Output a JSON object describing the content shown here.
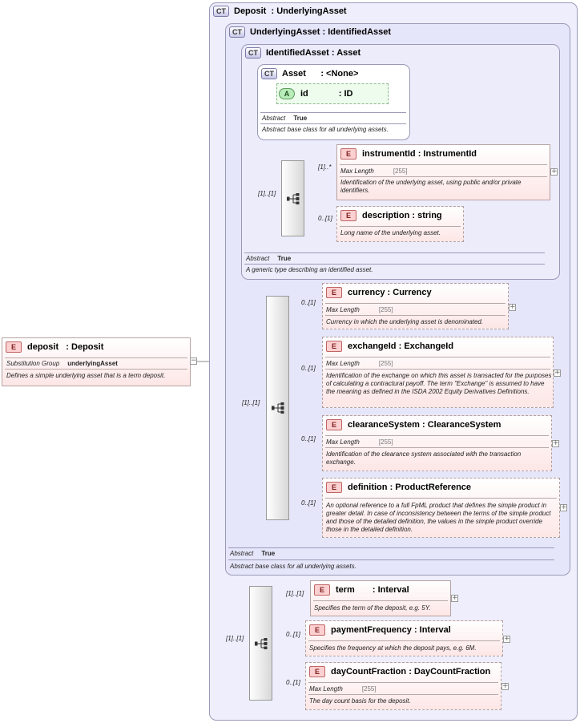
{
  "root": {
    "tag": "E",
    "name": "deposit",
    "type": ": Deposit",
    "sub_group_label": "Substitution Group",
    "sub_group_value": "underlyingAsset",
    "description": "Defines a simple underlying asset that is a term deposit."
  },
  "ct_deposit": {
    "tag": "CT",
    "name": "Deposit",
    "type": ": UnderlyingAsset"
  },
  "ct_underlying": {
    "tag": "CT",
    "name": "UnderlyingAsset",
    "type": ": IdentifiedAsset",
    "abstract_label": "Abstract",
    "abstract_value": "True",
    "description": "Abstract base class for all underlying assets."
  },
  "ct_identified": {
    "tag": "CT",
    "name": "IdentifiedAsset",
    "type": ": Asset",
    "abstract_label": "Abstract",
    "abstract_value": "True",
    "description": "A generic type describing an identified asset."
  },
  "ct_asset": {
    "tag": "CT",
    "name": "Asset",
    "type": ": <None>",
    "attr": {
      "tag": "A",
      "name": "id",
      "type": ": ID"
    },
    "abstract_label": "Abstract",
    "abstract_value": "True",
    "description": "Abstract base class for all underlying assets."
  },
  "identified_elements": {
    "seq_card": "[1]..[1]",
    "instrumentId": {
      "tag": "E",
      "name": "instrumentId",
      "type": ": InstrumentId",
      "card": "[1]..*",
      "prop_label": "Max Length",
      "prop_value": "[255]",
      "description": "Identification of the underlying asset, using public and/or private identifiers."
    },
    "description": {
      "tag": "E",
      "name": "description",
      "type": ": string",
      "card": "0..[1]",
      "description": "Long name of the underlying asset."
    }
  },
  "underlying_elements": {
    "seq_card": "[1]..[1]",
    "currency": {
      "tag": "E",
      "name": "currency",
      "type": ": Currency",
      "card": "0..[1]",
      "prop_label": "Max Length",
      "prop_value": "[255]",
      "description": "Currency in which the underlying asset is denominated."
    },
    "exchangeId": {
      "tag": "E",
      "name": "exchangeId",
      "type": ": ExchangeId",
      "card": "0..[1]",
      "prop_label": "Max Length",
      "prop_value": "[255]",
      "description": "Identification of the exchange on which this asset is transacted for the purposes of calculating a contractural payoff. The term \"Exchange\" is assumed to have the meaning as defined in the ISDA 2002 Equity Derivatives Definitions."
    },
    "clearanceSystem": {
      "tag": "E",
      "name": "clearanceSystem",
      "type": ": ClearanceSystem",
      "card": "0..[1]",
      "prop_label": "Max Length",
      "prop_value": "[255]",
      "description": "Identification of the clearance system associated with the transaction exchange."
    },
    "definition": {
      "tag": "E",
      "name": "definition",
      "type": ": ProductReference",
      "card": "0..[1]",
      "description": "An optional reference to a full FpML product that defines the simple product in greater detail. In case of inconsistency between the terms of the simple product and those of the detailed definition, the values in the simple product override those in the detailed definition."
    }
  },
  "deposit_elements": {
    "seq_card": "[1]..[1]",
    "term": {
      "tag": "E",
      "name": "term",
      "type": ": Interval",
      "card": "[1]..[1]",
      "description": "Specifies the term of the deposit, e.g. 5Y."
    },
    "paymentFrequency": {
      "tag": "E",
      "name": "paymentFrequency",
      "type": ": Interval",
      "card": "0..[1]",
      "description": "Specifies the frequency at which the deposit pays, e.g. 6M."
    },
    "dayCountFraction": {
      "tag": "E",
      "name": "dayCountFraction",
      "type": ": DayCountFraction",
      "card": "0..[1]",
      "prop_label": "Max Length",
      "prop_value": "[255]",
      "description": "The day count basis for the deposit."
    }
  },
  "symbols": {
    "expand": "+",
    "collapse": "−"
  },
  "colors": {
    "element_fill": "#fde6e6",
    "complex_type_fill": "#eeeefc",
    "attribute_fill": "#b8ecb8"
  }
}
